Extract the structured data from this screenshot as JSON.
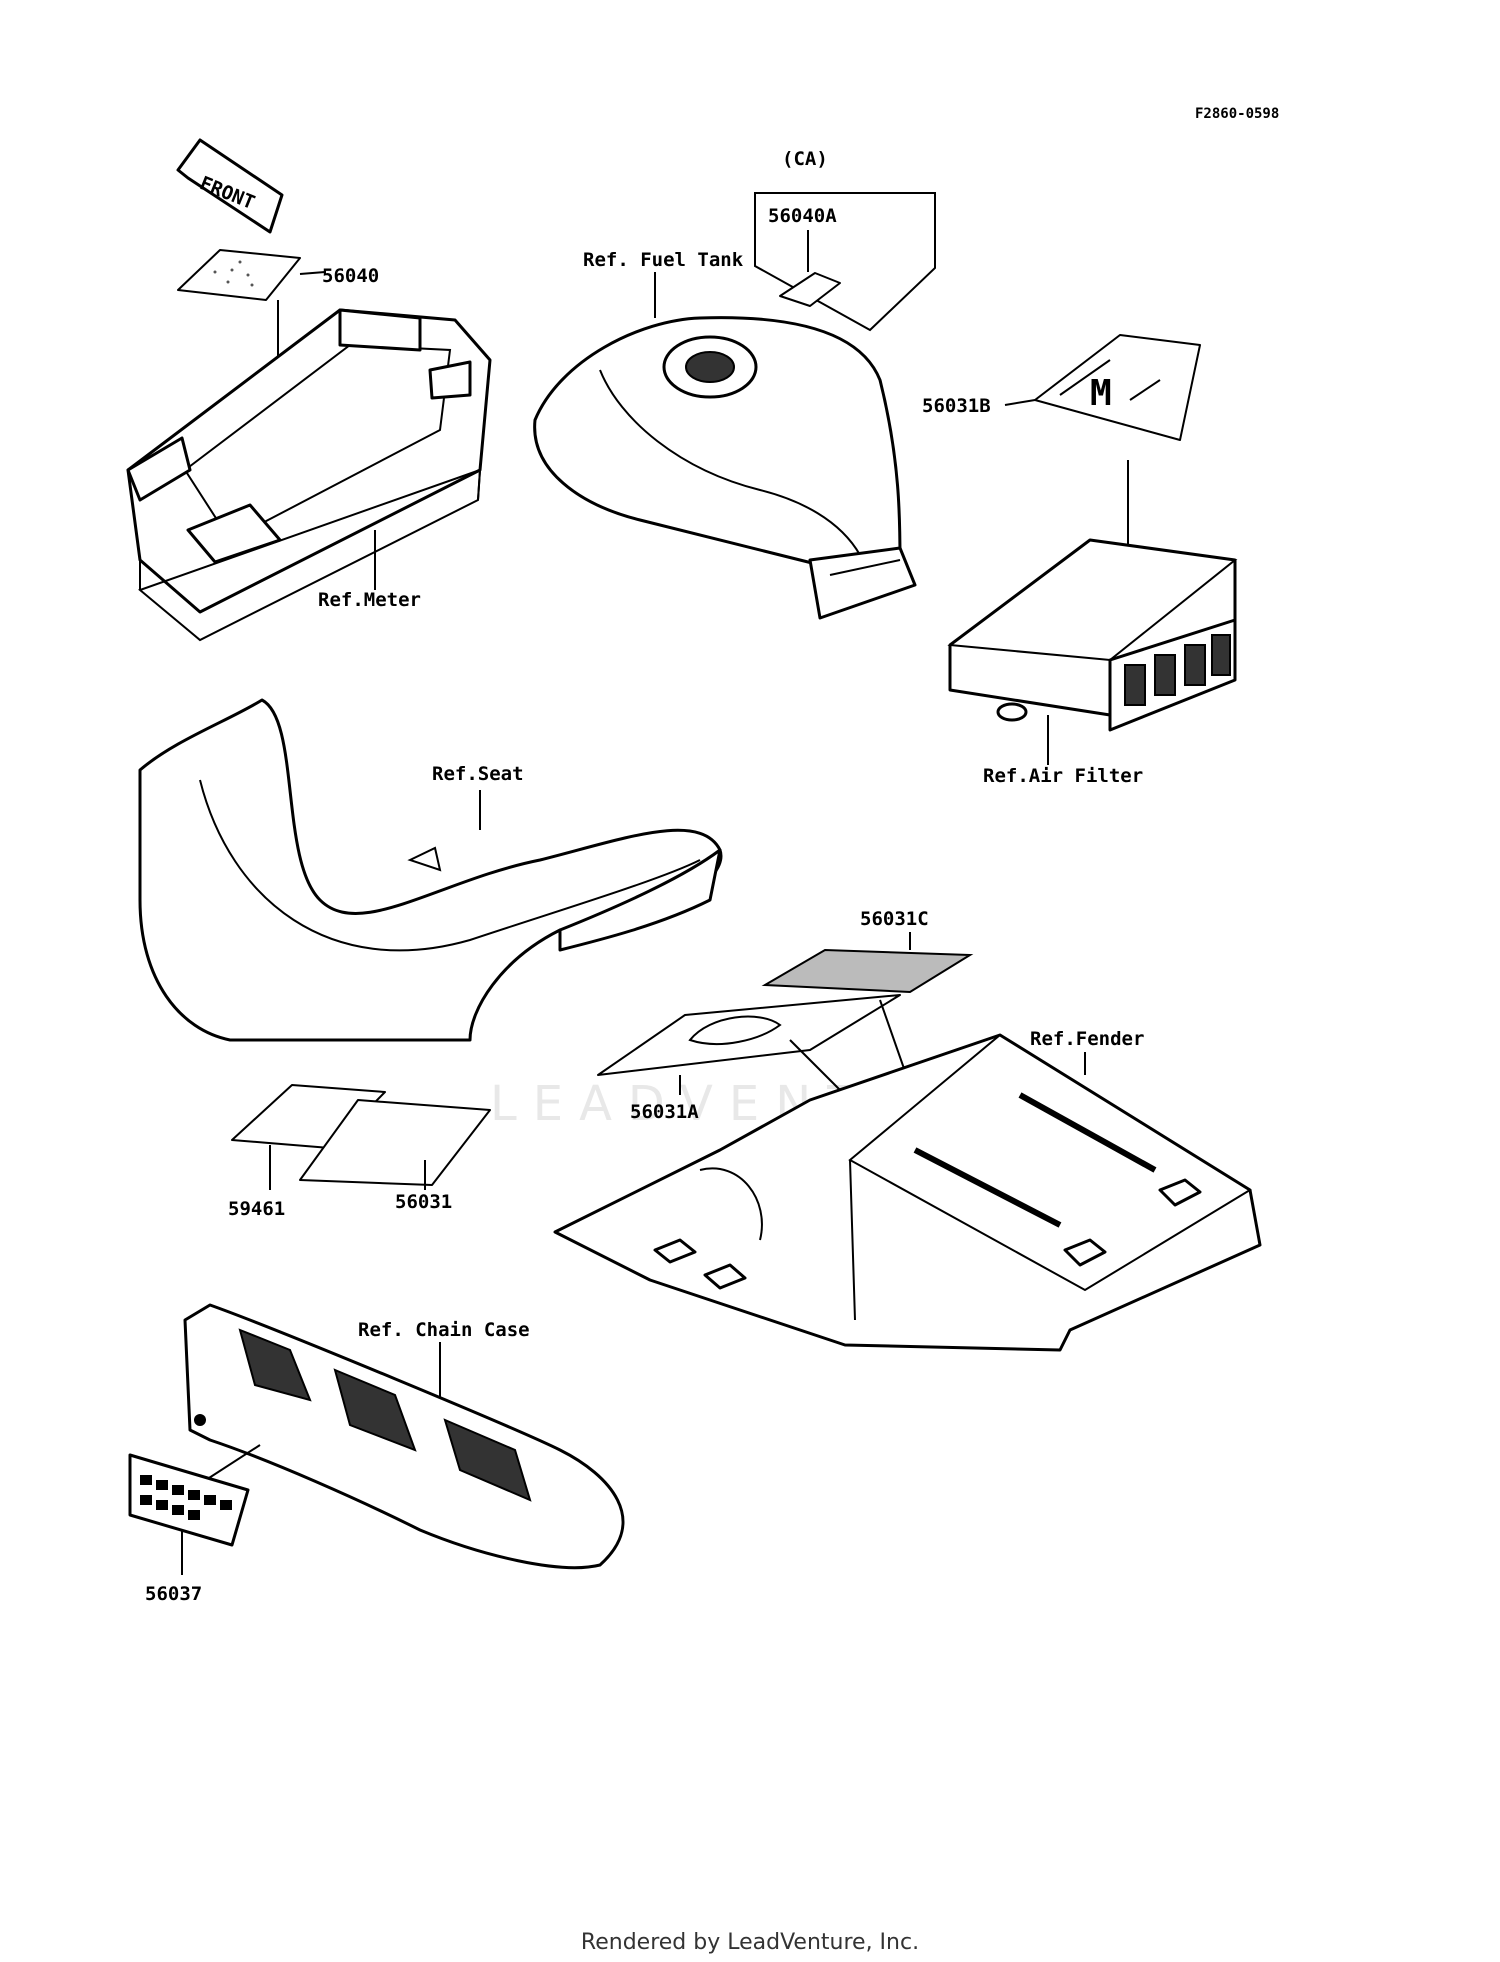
{
  "drawing_id": "F2860-0598",
  "front_arrow": "FRONT",
  "region_tag": "(CA)",
  "watermark": "LEADVENTURE",
  "labels": {
    "p56040": "56040",
    "p56040A": "56040A",
    "ref_fuel_tank": "Ref. Fuel Tank",
    "p56031B": "56031B",
    "ref_meter": "Ref.Meter",
    "ref_seat": "Ref.Seat",
    "ref_air_filter": "Ref.Air Filter",
    "p56031C": "56031C",
    "ref_fender": "Ref.Fender",
    "p56031A": "56031A",
    "p59461": "59461",
    "p56031": "56031",
    "ref_chain_case": "Ref. Chain Case",
    "p56037": "56037"
  },
  "footer": "Rendered by LeadVenture, Inc."
}
